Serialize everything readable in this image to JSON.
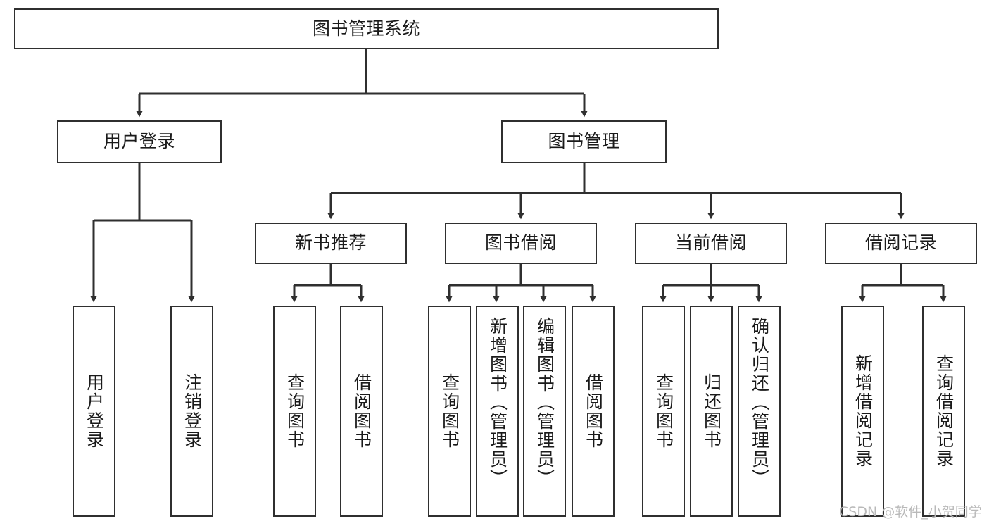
{
  "diagram": {
    "type": "hierarchy-tree",
    "title": "图书管理系统",
    "root": {
      "id": "root",
      "label": "图书管理系统"
    },
    "level2": [
      {
        "id": "user-login",
        "label": "用户登录"
      },
      {
        "id": "book-management",
        "label": "图书管理"
      }
    ],
    "level3": [
      {
        "id": "new-book-recommend",
        "label": "新书推荐",
        "parent": "book-management"
      },
      {
        "id": "book-borrow",
        "label": "图书借阅",
        "parent": "book-management"
      },
      {
        "id": "current-borrow",
        "label": "当前借阅",
        "parent": "book-management"
      },
      {
        "id": "borrow-record",
        "label": "借阅记录",
        "parent": "book-management"
      }
    ],
    "leaves": {
      "user_login": [
        {
          "id": "leaf-user-login",
          "label": "用户登录"
        },
        {
          "id": "leaf-logout",
          "label": "注销登录"
        }
      ],
      "new_book_recommend": [
        {
          "id": "leaf-query-book-1",
          "label": "查询图书"
        },
        {
          "id": "leaf-borrow-book-1",
          "label": "借阅图书"
        }
      ],
      "book_borrow": [
        {
          "id": "leaf-query-book-2",
          "label": "查询图书"
        },
        {
          "id": "leaf-add-book",
          "label": "新增图书（管理员）"
        },
        {
          "id": "leaf-edit-book",
          "label": "编辑图书（管理员）"
        },
        {
          "id": "leaf-borrow-book-2",
          "label": "借阅图书"
        }
      ],
      "current_borrow": [
        {
          "id": "leaf-query-book-3",
          "label": "查询图书"
        },
        {
          "id": "leaf-return-book",
          "label": "归还图书"
        },
        {
          "id": "leaf-confirm-return",
          "label": "确认归还（管理员）"
        }
      ],
      "borrow_record": [
        {
          "id": "leaf-add-record",
          "label": "新增借阅记录"
        },
        {
          "id": "leaf-query-record",
          "label": "查询借阅记录"
        }
      ]
    },
    "watermark": "CSDN @软件_小贺同学",
    "colors": {
      "stroke": "#2f2f2f",
      "fill": "#ffffff",
      "text": "#1a1a1a",
      "watermark": "#b9b9b9"
    }
  }
}
